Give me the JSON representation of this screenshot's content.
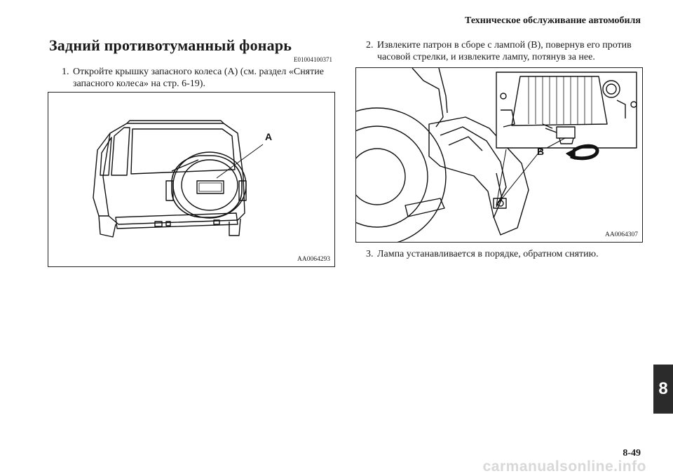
{
  "header": {
    "title": "Техническое обслуживание автомобиля"
  },
  "section": {
    "title": "Задний противотуманный фонарь",
    "code": "E01004100371"
  },
  "steps": [
    {
      "num": "1.",
      "line1": "Откройте крышку запасного колеса (A) (см. раздел «Снятие",
      "line2": "запасного колеса» на стр. 6-19)."
    },
    {
      "num": "2.",
      "line1": "Извлеките патрон в сборе с лампой (B), повернув его против",
      "line2": "часовой стрелки, и извлеките лампу, потянув за нее."
    },
    {
      "num": "3.",
      "line1": "Лампа устанавливается в порядке, обратном снятию."
    }
  ],
  "figures": {
    "left": {
      "code": "AA0064293",
      "label": "A"
    },
    "right": {
      "code": "AA0064307",
      "label": "B"
    }
  },
  "chapter_tab": "8",
  "page_number": "8-49",
  "watermark": "carmanualsonline.info"
}
